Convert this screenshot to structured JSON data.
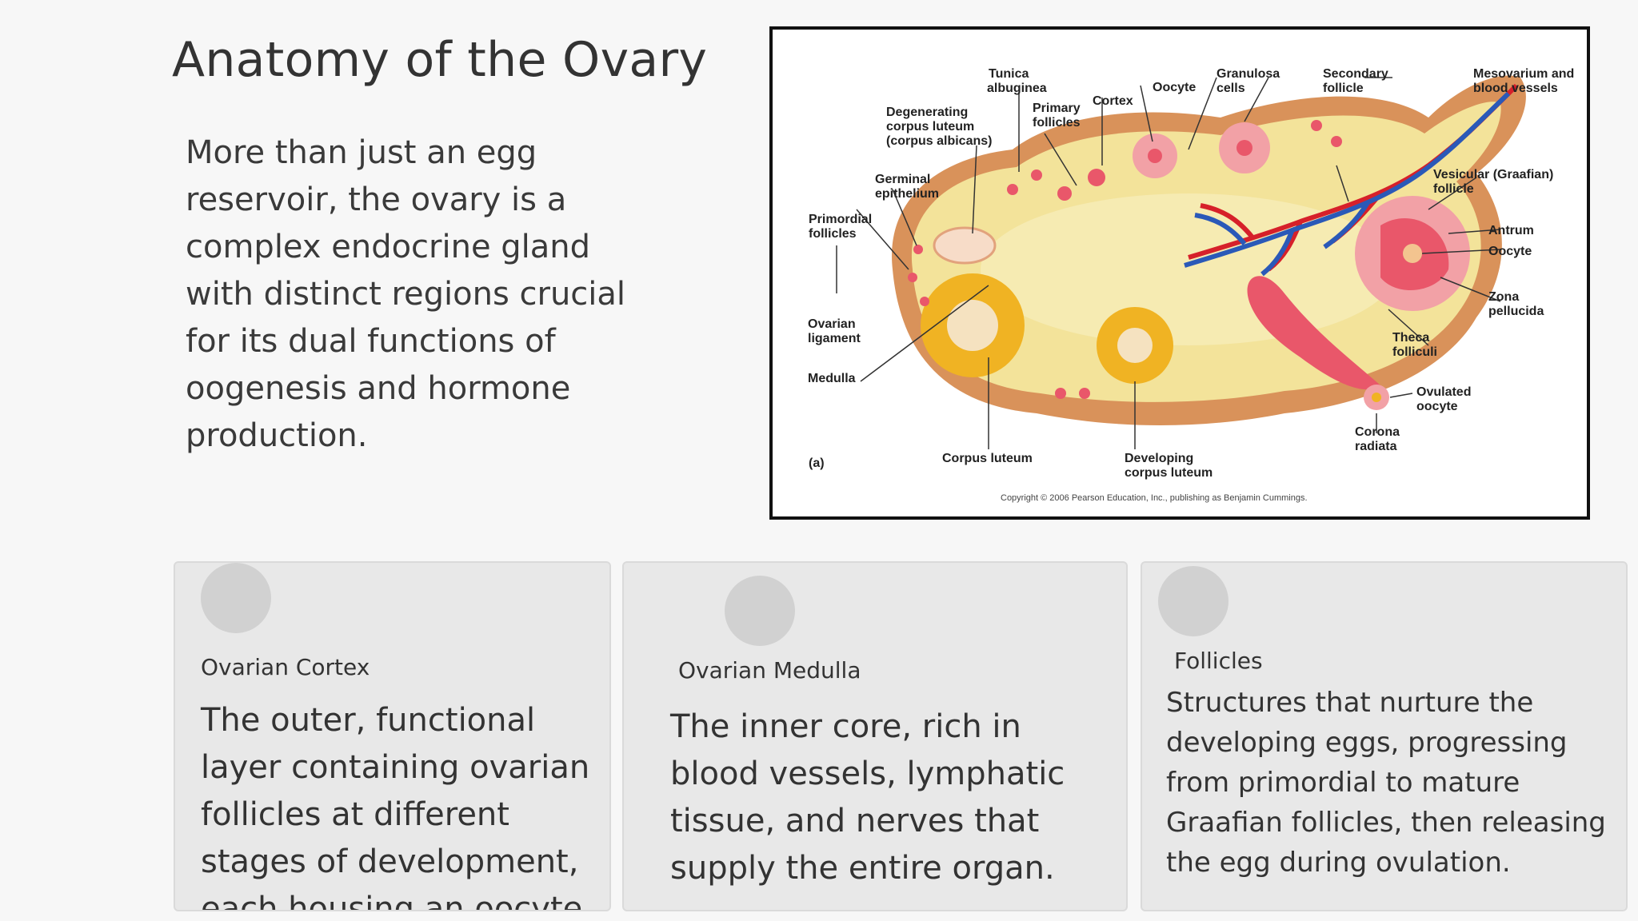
{
  "page": {
    "title": "Anatomy of the Ovary",
    "intro": "More than just an egg reservoir, the ovary is a complex endocrine gland with distinct regions crucial for its dual functions of oogenesis and hormone production."
  },
  "figure": {
    "labels": {
      "tunica_albuginea_1": "Tunica",
      "tunica_albuginea_2": "albuginea",
      "cortex": "Cortex",
      "oocyte_top": "Oocyte",
      "granulosa_1": "Granulosa",
      "granulosa_2": "cells",
      "secondary_1": "Secondary",
      "secondary_2": "follicle",
      "mesovarium_1": "Mesovarium and",
      "mesovarium_2": "blood vessels",
      "degenerating_1": "Degenerating",
      "degenerating_2": "corpus luteum",
      "degenerating_3": "(corpus albicans)",
      "primary_1": "Primary",
      "primary_2": "follicles",
      "germinal_1": "Germinal",
      "germinal_2": "epithelium",
      "primordial_1": "Primordial",
      "primordial_2": "follicles",
      "vesicular_1": "Vesicular (Graafian)",
      "vesicular_2": "follicle",
      "antrum": "Antrum",
      "oocyte_right": "Oocyte",
      "zona_1": "Zona",
      "zona_2": "pellucida",
      "ligament_1": "Ovarian",
      "ligament_2": "ligament",
      "theca_1": "Theca",
      "theca_2": "folliculi",
      "medulla": "Medulla",
      "ovulated_1": "Ovulated",
      "ovulated_2": "oocyte",
      "corona_1": "Corona",
      "corona_2": "radiata",
      "panel": "(a)",
      "corpus_luteum": "Corpus luteum",
      "developing_1": "Developing",
      "developing_2": "corpus luteum",
      "copyright": "Copyright © 2006 Pearson Education, Inc., publishing as Benjamin Cummings."
    }
  },
  "cards": [
    {
      "title": "Ovarian Cortex",
      "description": "The outer, functional layer containing ovarian follicles at different stages of development, each housing an oocyte."
    },
    {
      "title": "Ovarian Medulla",
      "description": "The inner core, rich in blood vessels, lymphatic tissue, and nerves that supply the entire organ."
    },
    {
      "title": "Follicles",
      "description": "Structures that nurture the developing eggs, progressing from primordial to mature Graafian follicles, then releasing the egg during ovulation."
    }
  ],
  "colors": {
    "background": "#f7f7f7",
    "card": "#e8e8e8",
    "icon_circle": "#d1d1d1",
    "ovary_fill": "#f3e39a",
    "ovary_capsule": "#d9925a",
    "artery": "#d6202a",
    "vein": "#2a59b8",
    "follicle": "#e9576a",
    "corpus_luteum": "#f0b323"
  }
}
